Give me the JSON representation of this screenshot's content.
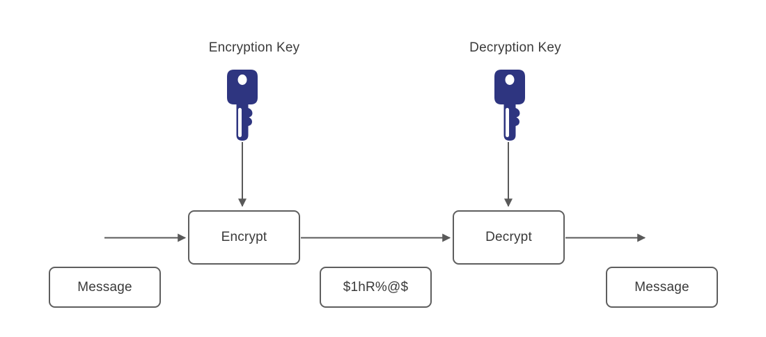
{
  "diagram": {
    "labels": {
      "encryption_key": "Encryption Key",
      "decryption_key": "Decryption Key"
    },
    "nodes": {
      "encrypt": "Encrypt",
      "decrypt": "Decrypt",
      "message_in": "Message",
      "ciphertext": "$1hR%@$",
      "message_out": "Message"
    },
    "icons": {
      "encryption_key": "key-icon",
      "decryption_key": "key-icon"
    },
    "colors": {
      "key_fill": "#2e3580",
      "node_border": "#5e5e5e",
      "arrow": "#595959",
      "text": "#3a3a3a",
      "background": "#ffffff"
    }
  }
}
